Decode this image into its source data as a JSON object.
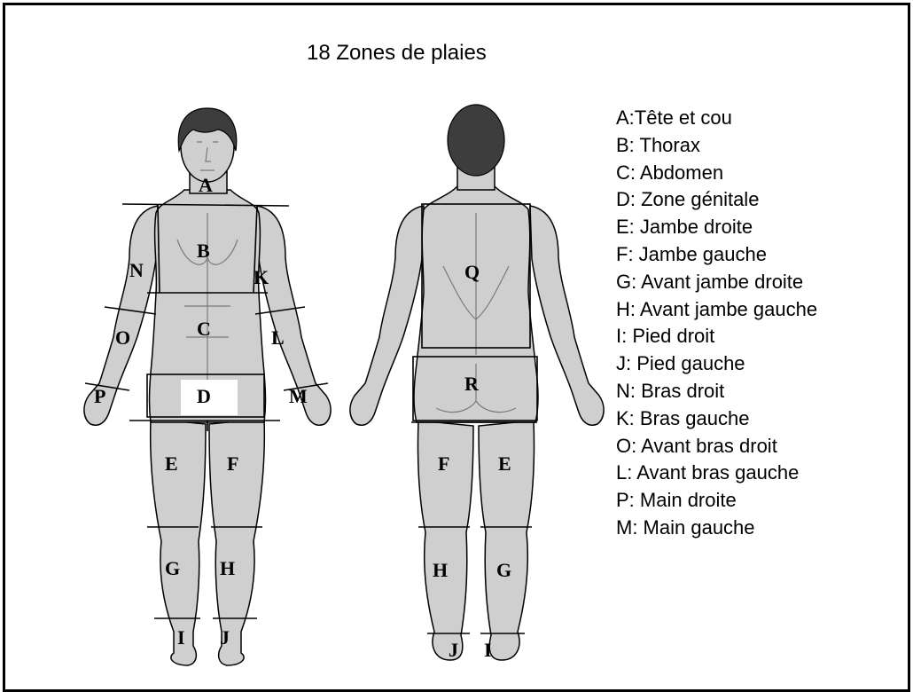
{
  "title": "18 Zones de plaies",
  "legend": [
    "A:Tête et cou",
    "B: Thorax",
    "C: Abdomen",
    "D: Zone génitale",
    "E: Jambe droite",
    "F: Jambe gauche",
    "G: Avant jambe droite",
    "H: Avant jambe gauche",
    "I: Pied droit",
    "J: Pied gauche",
    "N: Bras droit",
    "K: Bras gauche",
    "O: Avant bras droit",
    "L: Avant bras gauche",
    "P: Main droite",
    "M: Main gauche"
  ],
  "front_labels": [
    "A",
    "B",
    "C",
    "D",
    "E",
    "F",
    "G",
    "H",
    "I",
    "J",
    "K",
    "L",
    "M",
    "N",
    "O",
    "P"
  ],
  "back_labels": [
    "Q",
    "R",
    "F",
    "E",
    "H",
    "G",
    "J",
    "I"
  ],
  "colors": {
    "body": "#cfcfcf",
    "hair": "#3d3d3d",
    "border": "#000000",
    "genital_box": "#ffffff"
  }
}
